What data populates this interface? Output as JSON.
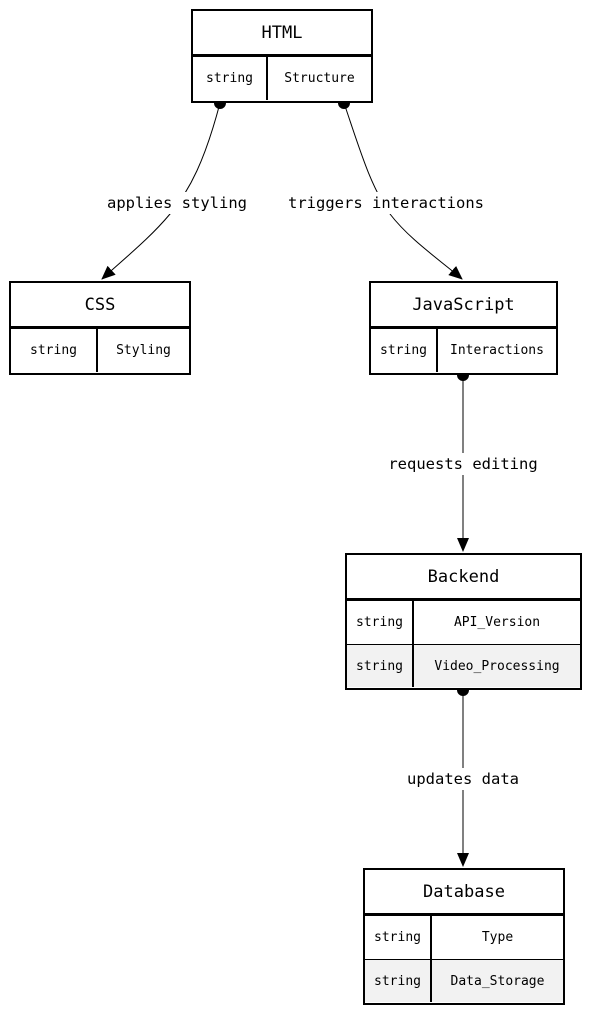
{
  "entities": {
    "html": {
      "name": "HTML",
      "rows": [
        {
          "type": "string",
          "field": "Structure"
        }
      ]
    },
    "css": {
      "name": "CSS",
      "rows": [
        {
          "type": "string",
          "field": "Styling"
        }
      ]
    },
    "javascript": {
      "name": "JavaScript",
      "rows": [
        {
          "type": "string",
          "field": "Interactions"
        }
      ]
    },
    "backend": {
      "name": "Backend",
      "rows": [
        {
          "type": "string",
          "field": "API_Version"
        },
        {
          "type": "string",
          "field": "Video_Processing"
        }
      ]
    },
    "database": {
      "name": "Database",
      "rows": [
        {
          "type": "string",
          "field": "Type"
        },
        {
          "type": "string",
          "field": "Data_Storage"
        }
      ]
    }
  },
  "relationships": [
    {
      "from": "HTML",
      "to": "CSS",
      "label": "applies styling"
    },
    {
      "from": "HTML",
      "to": "JavaScript",
      "label": "triggers interactions"
    },
    {
      "from": "JavaScript",
      "to": "Backend",
      "label": "requests editing"
    },
    {
      "from": "Backend",
      "to": "Database",
      "label": "updates data"
    }
  ]
}
